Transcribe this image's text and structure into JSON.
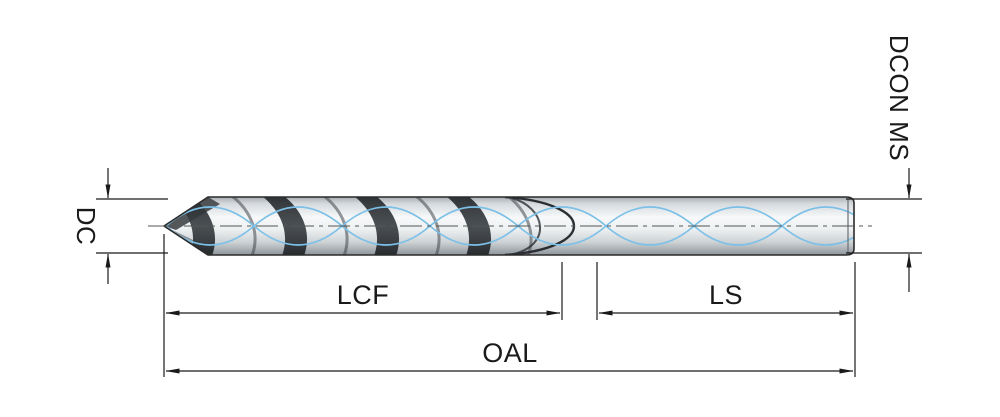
{
  "diagram": {
    "labels": {
      "dc": "DC",
      "dcon_ms": "DCON MS",
      "lcf": "LCF",
      "ls": "LS",
      "oal": "OAL"
    },
    "colors": {
      "background": "#ffffff",
      "dimension": "#1a1a1a",
      "helix": "#7cc0e8",
      "centerline": "#555555",
      "metal_light": "#f6f8f9",
      "metal_dark": "#8e959b",
      "flute_dark": "#2f3336"
    }
  }
}
